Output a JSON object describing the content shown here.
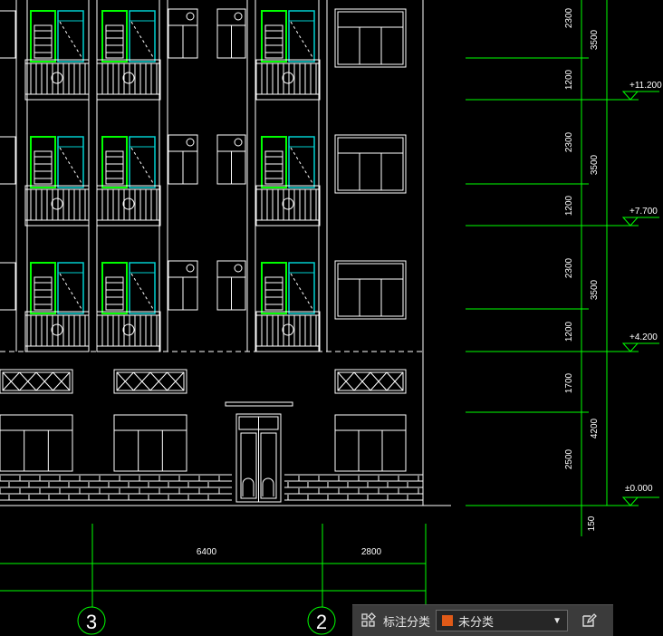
{
  "drawing": {
    "elevation_labels": [
      "+11.200",
      "+7.700",
      "+4.200",
      "±0.000"
    ],
    "vertical_dims_inner": [
      "2300",
      "1200",
      "2300",
      "1200",
      "2300",
      "1200",
      "1700",
      "2500"
    ],
    "vertical_dims_outer": [
      "3500",
      "3500",
      "3500",
      "4200"
    ],
    "bottom_small_dim": "150",
    "horizontal_dims": [
      "6400",
      "2800"
    ],
    "axis_labels": [
      "3",
      "2"
    ],
    "colors": {
      "dim": "#00ff00",
      "outline": "#ffffff",
      "frame_green": "#00ff00",
      "frame_cyan": "#00d0d0",
      "accent": "#e05a18"
    }
  },
  "toolbar": {
    "label": "标注分类",
    "select_value": "未分类",
    "layers_icon": "layers-grid-icon",
    "dropdown_icon": "chevron-down-icon",
    "edit_icon": "edit-icon"
  }
}
